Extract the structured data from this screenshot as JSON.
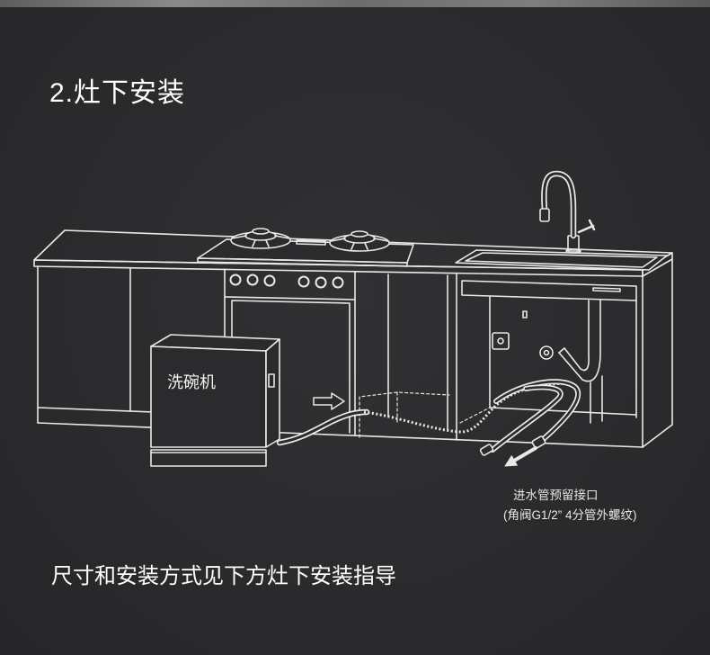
{
  "colors": {
    "background": "#2b2b2d",
    "line_art": "#e8e8e8",
    "text": "#ffffff"
  },
  "title": "2.灶下安装",
  "diagram": {
    "dishwasher_label": "洗碗机",
    "inlet_note": {
      "line1": "进水管预留接口",
      "line2": "(角阀G1/2” 4分管外螺纹)"
    }
  },
  "footer_note": "尺寸和安装方式见下方灶下安装指导"
}
